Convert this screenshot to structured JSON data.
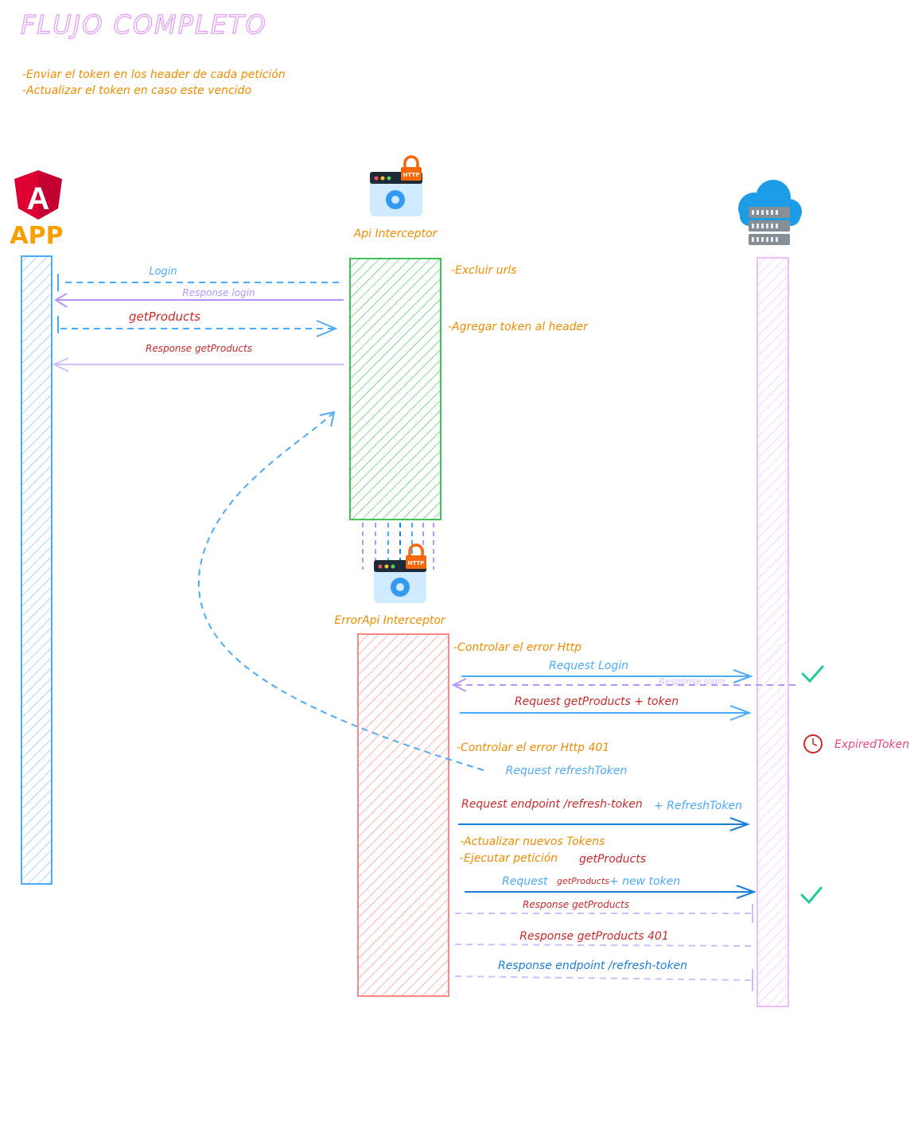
{
  "title": "FLUJO COMPLETO",
  "intro": {
    "line1": "-Enviar el token en los header de cada petición",
    "line2": "-Actualizar el token en caso este vencido"
  },
  "actors": {
    "app": {
      "label": "APP",
      "icon": "angular-logo-icon"
    },
    "api_interceptor": {
      "label": "Api Interceptor",
      "icon": "http-lock-gear-icon"
    },
    "error_interceptor": {
      "label": "ErrorApi Interceptor",
      "icon": "http-lock-gear-icon"
    },
    "server": {
      "icon": "cloud-server-icon"
    }
  },
  "api_notes": {
    "excluir": "-Excluir urls",
    "agregar": "-Agregar token al header"
  },
  "app_messages": {
    "login": "Login",
    "response_login": "Response login",
    "get_products": "getProducts",
    "response_get_products": "Response getProducts"
  },
  "error_flow": {
    "controlar_http": "-Controlar el error Http",
    "request_login": "Request Login",
    "response_login": "Response login",
    "request_get_products_token": "Request getProducts + token",
    "controlar_401": "-Controlar el error Http 401",
    "request_refresh": "Request refreshToken",
    "request_endpoint_refresh": "Request endpoint /refresh-token",
    "plus_refresh_token": "+ RefreshToken",
    "actualizar": "-Actualizar nuevos Tokens",
    "ejecutar": "-Ejecutar petición",
    "ejecutar_get_products": "getProducts",
    "request_get_products_new_a": "Request",
    "request_get_products_new_b": "getProducts",
    "request_get_products_new_c": "+ new token",
    "response_get_products": "Response getProducts",
    "response_get_products_401": "Response getProducts 401",
    "response_endpoint_refresh": "Response endpoint /refresh-token"
  },
  "status": {
    "expired_token": "ExpiredToken"
  },
  "colors": {
    "title": "#e599f7",
    "orange": "#f08c00",
    "blue": "#4dabf7",
    "dark_blue": "#1c7ed6",
    "red": "#c92a2a",
    "lavender": "#b197fc",
    "green": "#40c057",
    "pink": "#e64980",
    "app_bar": "#74c0fc",
    "api_bar": "#40c057",
    "error_bar": "#ff8787",
    "server_bar": "#eebefa"
  }
}
